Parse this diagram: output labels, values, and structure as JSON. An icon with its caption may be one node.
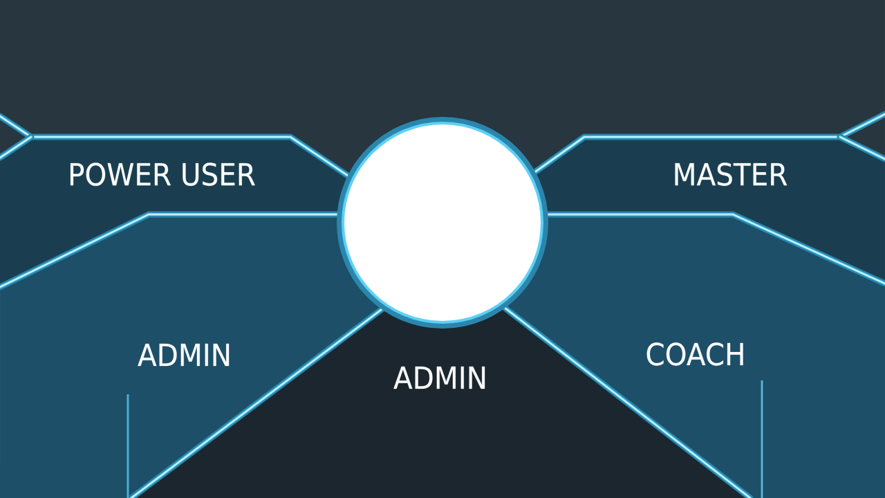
{
  "diagram": {
    "nodes": [
      {
        "text": [],
        "shape": "circle"
      },
      {
        "text": [
          "POWER USER"
        ]
      },
      {
        "text": [
          "MASTER"
        ]
      },
      {
        "text": [
          "ADMIN"
        ]
      },
      {
        "text": [
          "ADMIN"
        ]
      },
      {
        "text": [
          "COACH"
        ]
      }
    ]
  }
}
